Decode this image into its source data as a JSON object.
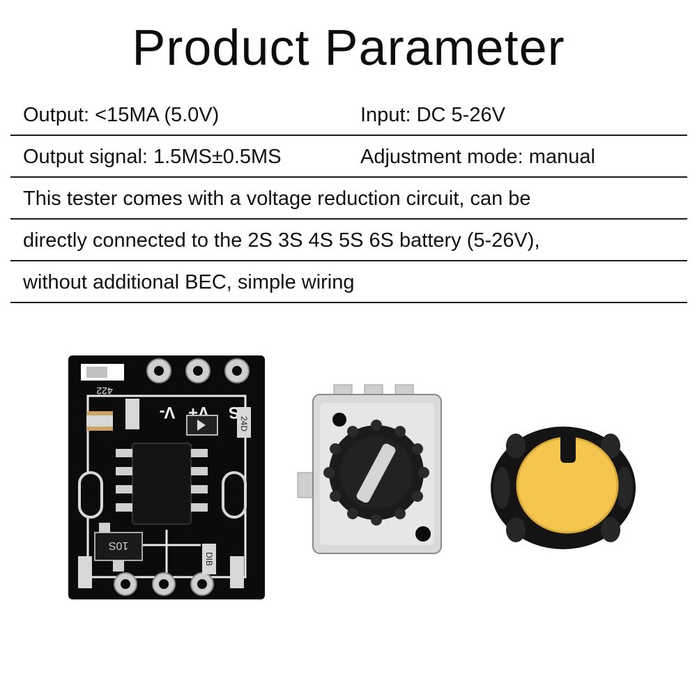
{
  "title": "Product Parameter",
  "specs": [
    {
      "left": "Output: <15MA (5.0V)",
      "right": "Input: DC 5-26V"
    },
    {
      "left": "Output signal: 1.5MS±0.5MS",
      "right": "Adjustment mode: manual"
    }
  ],
  "description_lines": [
    "This tester comes with a voltage reduction circuit, can be",
    "directly connected to the 2S 3S 4S 5S 6S battery (5-26V),",
    "without additional BEC, simple wiring"
  ],
  "board": {
    "pin_labels": [
      "V-",
      "V+",
      "S"
    ],
    "component_marks": [
      "422",
      "24D",
      "DIB",
      "10S"
    ]
  },
  "colors": {
    "pcb": "#0b0b0b",
    "knob_cap": "#f4c64e",
    "metal": "#d9d9d9"
  }
}
